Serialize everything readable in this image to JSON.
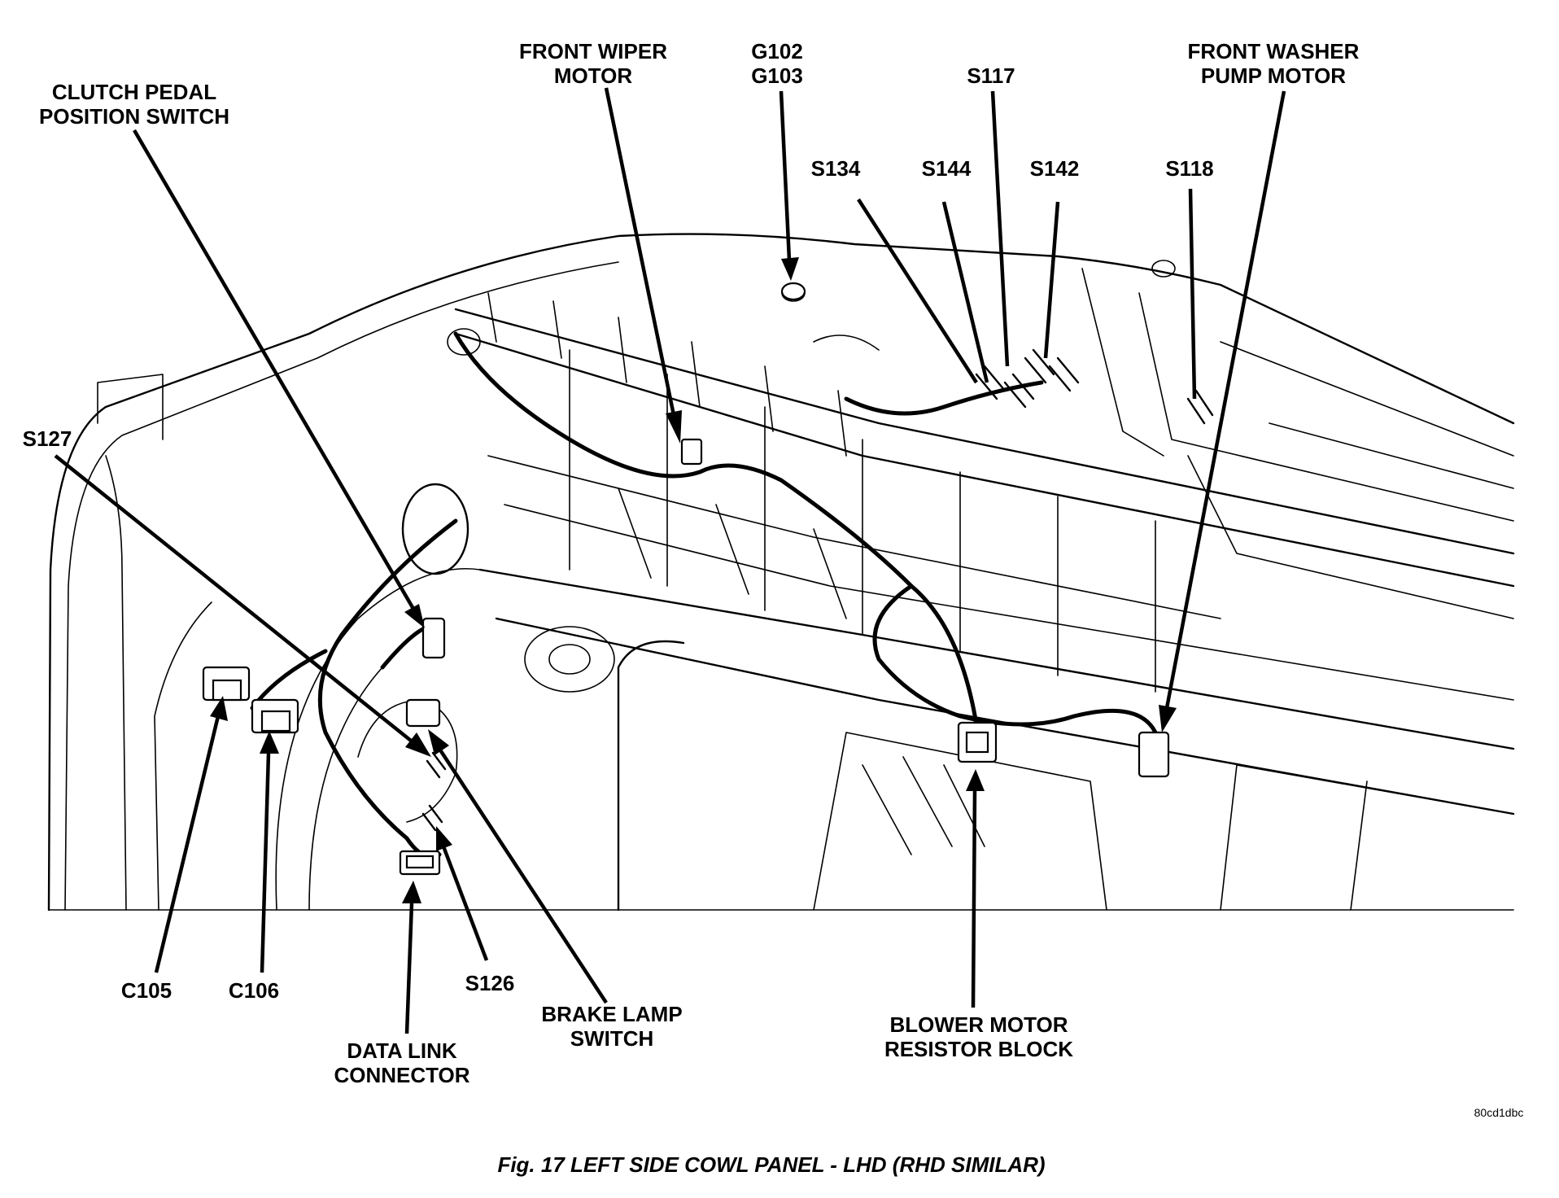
{
  "labels": {
    "front_wiper_motor": [
      "FRONT WIPER",
      "MOTOR"
    ],
    "g102_g103": [
      "G102",
      "G103"
    ],
    "s117": "S117",
    "front_washer_pump_motor": [
      "FRONT WASHER",
      "PUMP MOTOR"
    ],
    "clutch_pedal_position_switch": [
      "CLUTCH PEDAL",
      "POSITION SWITCH"
    ],
    "s134": "S134",
    "s144": "S144",
    "s142": "S142",
    "s118": "S118",
    "s127": "S127",
    "c105": "C105",
    "c106": "C106",
    "s126": "S126",
    "brake_lamp_switch": [
      "BRAKE LAMP",
      "SWITCH"
    ],
    "data_link_connector": [
      "DATA LINK",
      "CONNECTOR"
    ],
    "blower_motor_resistor_block": [
      "BLOWER MOTOR",
      "RESISTOR BLOCK"
    ]
  },
  "image_code": "80cd1dbc",
  "caption": "Fig. 17 LEFT SIDE COWL PANEL - LHD (RHD SIMILAR)"
}
